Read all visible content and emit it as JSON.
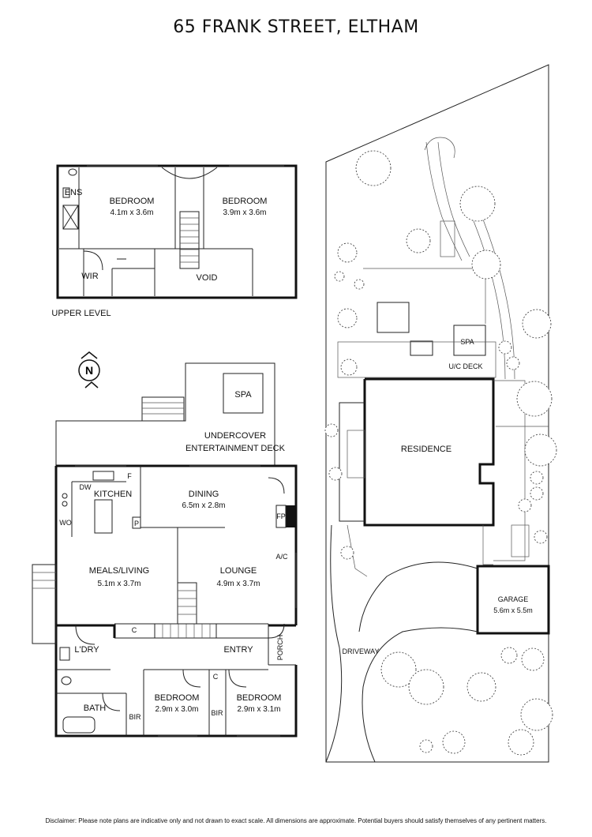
{
  "title": "65 FRANK STREET, ELTHAM",
  "upper": {
    "ens": "ENS",
    "bedroom1": {
      "name": "BEDROOM",
      "dim": "4.1m x 3.6m"
    },
    "bedroom2": {
      "name": "BEDROOM",
      "dim": "3.9m x 3.6m"
    },
    "wir": "WIR",
    "void": "VOID",
    "level_label": "UPPER LEVEL"
  },
  "compass": "N",
  "ground": {
    "spa": "SPA",
    "deck": "UNDERCOVER",
    "deck2": "ENTERTAINMENT DECK",
    "kitchen": "KITCHEN",
    "dw": "DW",
    "wo": "WO",
    "f": "F",
    "p": "P",
    "fp": "FP",
    "ac": "A/C",
    "dining": {
      "name": "DINING",
      "dim": "6.5m x 2.8m"
    },
    "meals": {
      "name": "MEALS/LIVING",
      "dim": "5.1m x 3.7m"
    },
    "lounge": {
      "name": "LOUNGE",
      "dim": "4.9m x 3.7m"
    },
    "ldry": "L'DRY",
    "c1": "C",
    "c2": "C",
    "entry": "ENTRY",
    "porch": "PORCH",
    "bath": "BATH",
    "bir1": "BIR",
    "bir2": "BIR",
    "bedroom3": {
      "name": "BEDROOM",
      "dim": "2.9m x 3.0m"
    },
    "bedroom4": {
      "name": "BEDROOM",
      "dim": "2.9m x 3.1m"
    }
  },
  "site": {
    "spa": "SPA",
    "deck": "U/C DECK",
    "residence": "RESIDENCE",
    "garage": {
      "name": "GARAGE",
      "dim": "5.6m x 5.5m"
    },
    "driveway": "DRIVEWAY"
  },
  "disclaimer": "Disclaimer: Please note plans are indicative only and not drawn to exact scale. All dimensions are approximate. Potential buyers should satisfy themselves of any pertinent matters."
}
